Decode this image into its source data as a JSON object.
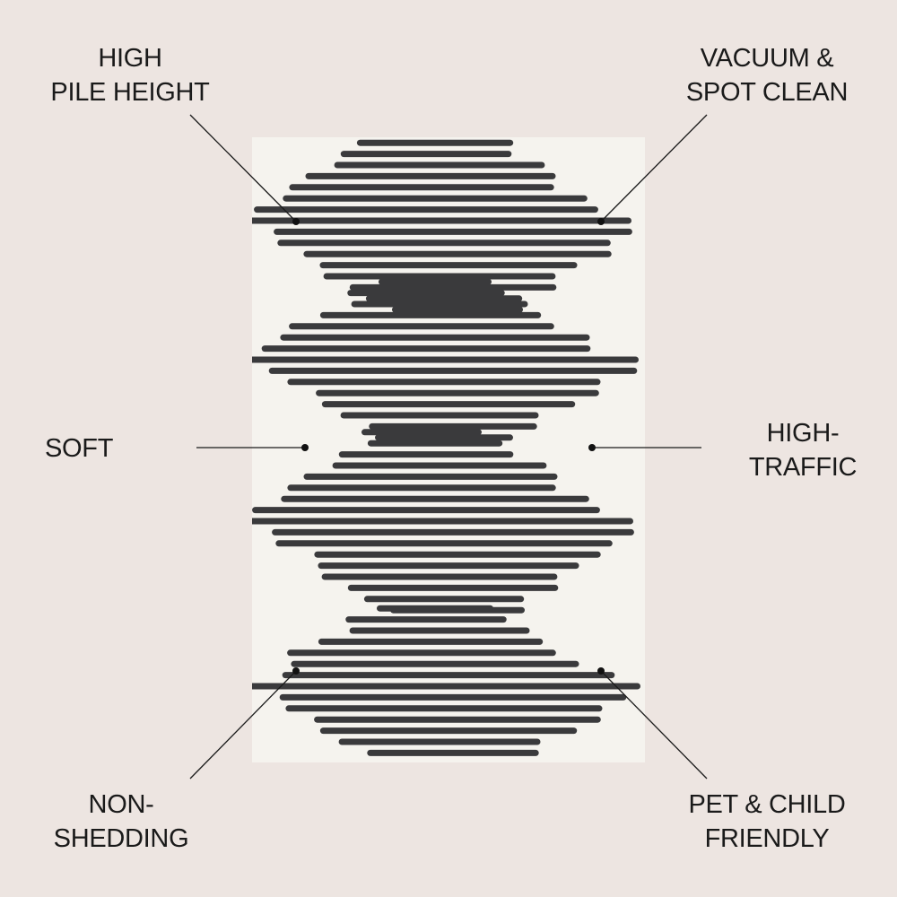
{
  "callouts": {
    "pile_height": {
      "line1": "HIGH",
      "line2": "PILE HEIGHT"
    },
    "clean": {
      "line1": "VACUUM &",
      "line2": "SPOT CLEAN"
    },
    "soft": {
      "line1": "SOFT"
    },
    "traffic": {
      "line1": "HIGH-",
      "line2": "TRAFFIC"
    },
    "shedding": {
      "line1": "NON-",
      "line2": "SHEDDING"
    },
    "friendly": {
      "line1": "PET & CHILD",
      "line2": "FRIENDLY"
    }
  },
  "colors": {
    "background": "#ede5e1",
    "rug_base": "#f5f3ee",
    "stripe": "#3a3a3c",
    "text": "#1a1a1a"
  }
}
